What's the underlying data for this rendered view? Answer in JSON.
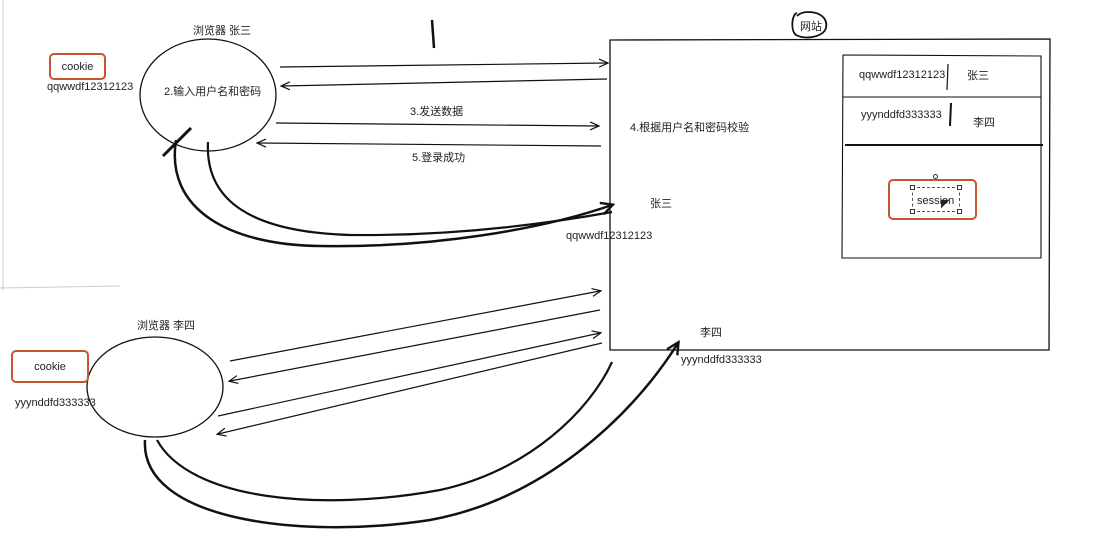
{
  "browser_top": {
    "title": "浏览器   张三",
    "cookie_label": "cookie",
    "cookie_value": "qqwwdf12312123",
    "circle_text": "2.输入用户名和密码"
  },
  "browser_bottom": {
    "title": "浏览器  李四",
    "cookie_label": "cookie",
    "cookie_value": "yyynddfd333333"
  },
  "arrows": {
    "send_data": "3.发送数据",
    "login_success": "5.登录成功"
  },
  "website": {
    "tag": "网站",
    "verify_text": "4.根据用户名和密码校验",
    "user_a_name": "张三",
    "user_a_id": "qqwwdf12312123",
    "user_b_name": "李四",
    "user_b_id": "yyynddfd333333",
    "session_table": [
      {
        "id": "qqwwdf12312123",
        "name": "张三"
      },
      {
        "id": "yyynddfd333333",
        "name": "李四"
      }
    ],
    "session_label": "session"
  },
  "colors": {
    "stroke": "#111111",
    "accent": "#c8532e",
    "background": "#ffffff"
  }
}
